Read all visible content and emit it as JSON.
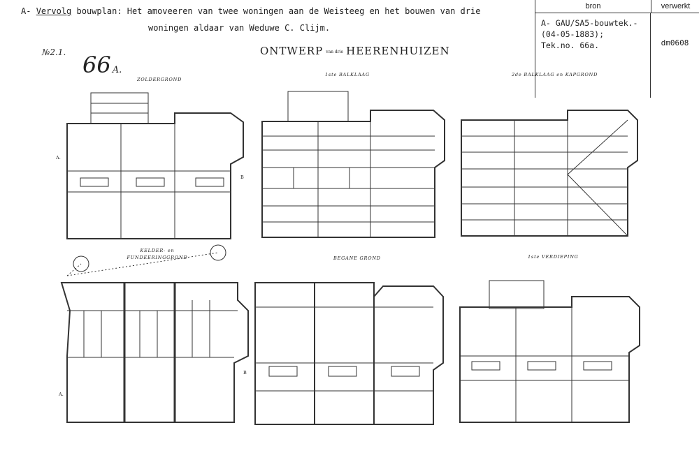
{
  "header": {
    "prefix": "A-",
    "underlined": "Vervolg",
    "line1_rest": " bouwplan: Het amoveeren van twee woningen aan de Weisteeg en het bouwen van drie",
    "line2": "woningen aldaar van Weduwe C. Clijm."
  },
  "meta": {
    "bron_header": "bron",
    "verwerkt_header": "verwerkt",
    "bron_lines": [
      "A- GAU/SA5-bouwtek.-",
      "(04-05-1883);",
      "Tek.no. 66a."
    ],
    "verwerkt_value": "dm0608"
  },
  "drawing": {
    "title_part1": "ONTWERP",
    "title_small": "van drie",
    "title_part2": "HEERENHUIZEN",
    "ref_no": "№2.1.",
    "sheet_number": "66",
    "sheet_suffix": "A."
  },
  "plans": {
    "zoldergrond": "ZOLDERGROND",
    "balklaag1": "1ste BALKLAAG",
    "balklaag2": "2de BALKLAAG en KAPGROND",
    "kelder": "KELDER- en FUNDEERINGGROND",
    "begane": "BEGANE GROND",
    "verdieping": "1ste VERDIEPING"
  },
  "section_marks": {
    "a": "A.",
    "b": "B"
  }
}
